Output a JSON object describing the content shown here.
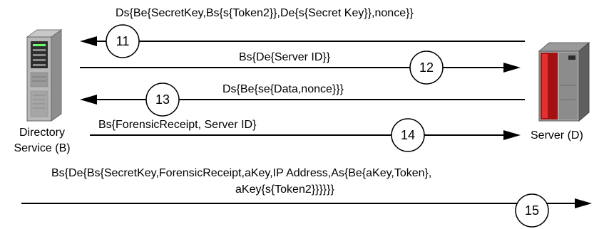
{
  "nodes": {
    "directory": {
      "label_line1": "Directory",
      "label_line2": "Service (B)",
      "icon": "server-tower-icon"
    },
    "server": {
      "label": "Server (D)",
      "icon": "mainframe-server-icon"
    }
  },
  "messages": [
    {
      "step": "11",
      "direction": "right-to-left",
      "label": "Ds{Be{SecretKey,Bs{s{Token2}},De{s{Secret Key}},nonce}}"
    },
    {
      "step": "12",
      "direction": "left-to-right",
      "label": "Bs{De{Server ID}}"
    },
    {
      "step": "13",
      "direction": "right-to-left",
      "label": "Ds{Be{se{Data,nonce}}}"
    },
    {
      "step": "14",
      "direction": "left-to-right",
      "label": "Bs{ForensicReceipt, Server ID}"
    },
    {
      "step": "15",
      "direction": "left-to-right",
      "label_line1": "Bs{De{Bs{SecretKey,ForensicReceipt,aKey,IP Address,As{Be{aKey,Token},",
      "label_line2": "aKey{s{Token2}}}}}}"
    }
  ]
}
